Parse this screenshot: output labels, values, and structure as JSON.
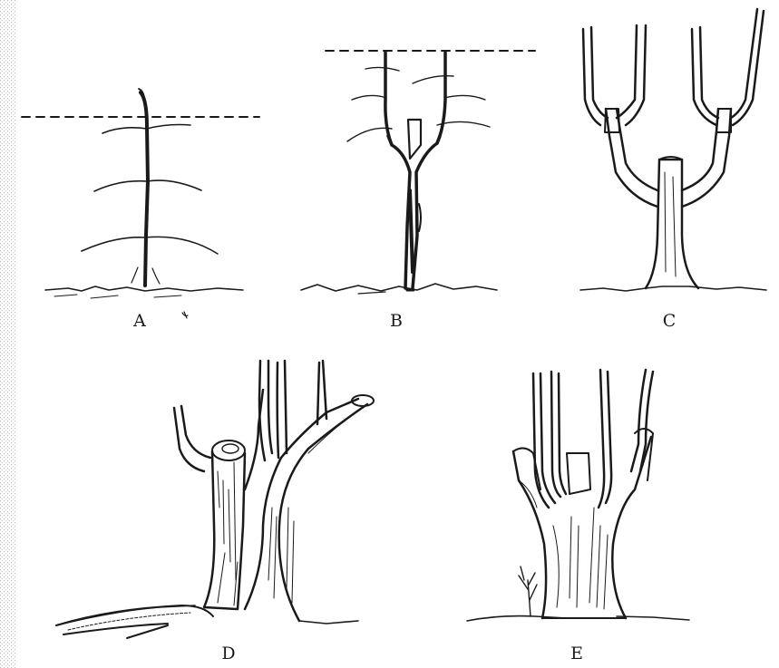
{
  "panels": [
    {
      "id": "a",
      "label": "A"
    },
    {
      "id": "b",
      "label": "B"
    },
    {
      "id": "c",
      "label": "C"
    },
    {
      "id": "d",
      "label": "D"
    },
    {
      "id": "e",
      "label": "E"
    }
  ],
  "colors": {
    "ink": "#1a1a1a",
    "background": "#ffffff",
    "stipple": "#c9c9c9"
  }
}
